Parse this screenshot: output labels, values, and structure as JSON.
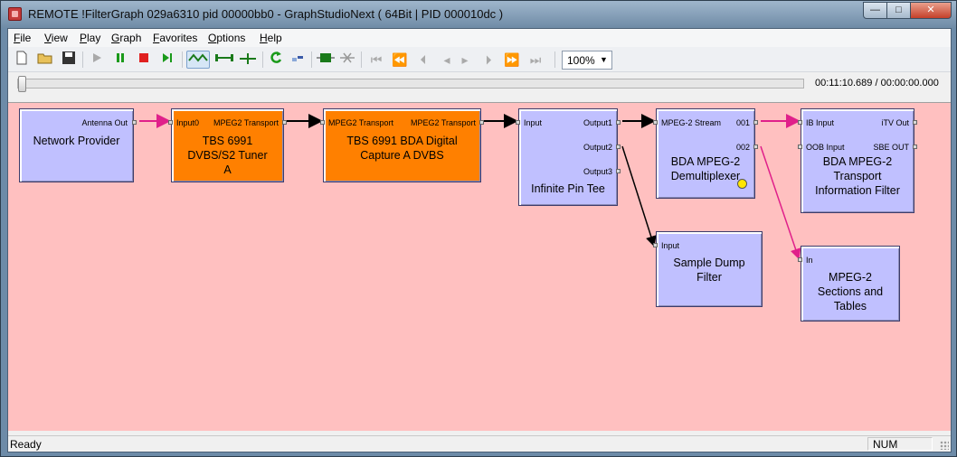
{
  "window": {
    "title": "REMOTE !FilterGraph 029a6310 pid 00000bb0 - GraphStudioNext ( 64Bit | PID 000010dc )",
    "controls": {
      "minimize": "—",
      "maximize": "□",
      "close": "✕"
    }
  },
  "menu": [
    "File",
    "View",
    "Play",
    "Graph",
    "Favorites",
    "Options",
    "Help"
  ],
  "toolbar": {
    "icons": [
      "new-icon",
      "open-icon",
      "save-icon",
      "play-icon",
      "pause-icon",
      "stop-icon",
      "step-icon",
      "graph-view-icon",
      "connect-icon",
      "pin-icon",
      "refresh-icon",
      "decimal-icon",
      "filter-icon",
      "disconnect-icon",
      "seek-start-icon",
      "seek-prev-icon",
      "frame-back-icon",
      "frame-prev-icon",
      "frame-next-icon",
      "frame-fwd-icon",
      "seek-next-icon",
      "seek-end-icon"
    ],
    "zoom_value": "100%"
  },
  "seek": {
    "position_fraction": 0,
    "time": "00:11:10.689 / 00:00:00.000"
  },
  "graph": {
    "background": "#ffc0c0",
    "filters": [
      {
        "name": "Network Provider",
        "pins_in": [],
        "pins_out": [
          "Antenna Out"
        ],
        "color": "blue"
      },
      {
        "name": "TBS 6991\nDVBS/S2 Tuner\nA",
        "pins_in": [
          "Input0"
        ],
        "pins_out": [
          "MPEG2 Transport"
        ],
        "color": "orange"
      },
      {
        "name": "TBS 6991 BDA Digital\nCapture A DVBS",
        "pins_in": [
          "MPEG2 Transport"
        ],
        "pins_out": [
          "MPEG2 Transport"
        ],
        "color": "orange"
      },
      {
        "name": "Infinite Pin Tee",
        "pins_in": [
          "Input"
        ],
        "pins_out": [
          "Output1",
          "Output2",
          "Output3"
        ],
        "color": "blue"
      },
      {
        "name": "BDA MPEG-2\nDemultiplexer",
        "pins_in": [
          "MPEG-2 Stream"
        ],
        "pins_out": [
          "001",
          "002"
        ],
        "color": "blue"
      },
      {
        "name": "BDA MPEG-2\nTransport\nInformation Filter",
        "pins_in": [
          "IB Input",
          "OOB Input"
        ],
        "pins_out": [
          "iTV Out",
          "SBE OUT"
        ],
        "color": "blue"
      },
      {
        "name": "Sample Dump\nFilter",
        "pins_in": [
          "Input"
        ],
        "pins_out": [],
        "color": "blue"
      },
      {
        "name": "MPEG-2\nSections and\nTables",
        "pins_in": [
          "In"
        ],
        "pins_out": [],
        "color": "blue"
      }
    ]
  },
  "status": {
    "text": "Ready",
    "num": "NUM"
  },
  "colors": {
    "filter_blue": "#c0c0ff",
    "filter_orange": "#ff8000",
    "canvas": "#ffc0c0",
    "wire_pink": "#e0208a",
    "wire_black": "#000000"
  }
}
